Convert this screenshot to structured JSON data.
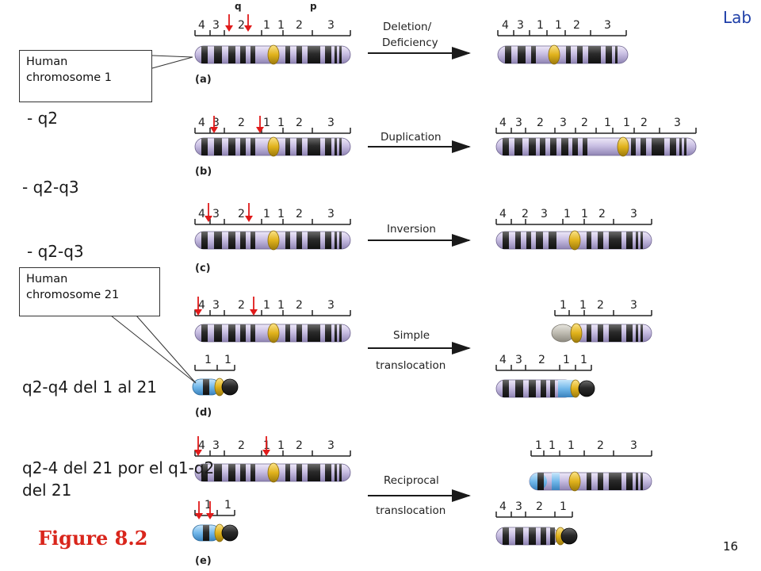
{
  "slide": {
    "corner_label": "Lab",
    "page_number": "16",
    "figure_label": "Figure 8.2",
    "notes": [
      "- q2",
      "- q2-q3",
      "- q2-q3",
      "q2-q4 del 1 al 21",
      "q2-4 del 21 por el q1-q2",
      "del 21"
    ]
  },
  "callouts": [
    {
      "line1": "Human",
      "line2": "chromosome 1"
    },
    {
      "line1": "Human",
      "line2": "chromosome 21"
    }
  ],
  "arm_labels": {
    "q": "q",
    "p": "p"
  },
  "panels": [
    {
      "id": "a",
      "letter": "(a)",
      "arrow_label": "Deletion/",
      "arrow_label2": "Deficiency",
      "left_ticks": [
        "4",
        "3",
        "2",
        "1",
        "1",
        "2",
        "3"
      ],
      "right_ticks": [
        "4",
        "3",
        "1",
        "1",
        "2",
        "3"
      ]
    },
    {
      "id": "b",
      "letter": "(b)",
      "arrow_label": "Duplication",
      "arrow_label2": "",
      "left_ticks": [
        "4",
        "3",
        "2",
        "1",
        "1",
        "2",
        "3"
      ],
      "right_ticks": [
        "4",
        "3",
        "2",
        "3",
        "2",
        "1",
        "1",
        "2",
        "3"
      ]
    },
    {
      "id": "c",
      "letter": "(c)",
      "arrow_label": "Inversion",
      "arrow_label2": "",
      "left_ticks": [
        "4",
        "3",
        "2",
        "1",
        "1",
        "2",
        "3"
      ],
      "right_ticks": [
        "4",
        "2",
        "3",
        "1",
        "1",
        "2",
        "3"
      ]
    },
    {
      "id": "d",
      "letter": "(d)",
      "arrow_label": "Simple",
      "arrow_label2": "translocation",
      "left_ticks": [
        "4",
        "3",
        "2",
        "1",
        "1",
        "2",
        "3"
      ],
      "left_ticks_small": [
        "1",
        "1"
      ],
      "right_ticks": [
        "1",
        "1",
        "2",
        "3"
      ],
      "right_ticks_b": [
        "4",
        "3",
        "2",
        "1",
        "1"
      ]
    },
    {
      "id": "e",
      "letter": "(e)",
      "arrow_label": "Reciprocal",
      "arrow_label2": "translocation",
      "left_ticks": [
        "4",
        "3",
        "2",
        "1",
        "1",
        "2",
        "3"
      ],
      "left_ticks_small": [
        "1",
        "1"
      ],
      "right_ticks": [
        "1",
        "1",
        "1",
        "2",
        "3"
      ],
      "right_ticks_b": [
        "4",
        "3",
        "2",
        "1"
      ]
    }
  ],
  "colors": {
    "chromosome": "#c9bfe3",
    "band_dark": "#2a2a2a",
    "centromere": "#e0b21c",
    "chr21": "#72b8ea",
    "marker_arrow": "#e01a1a",
    "figure_label": "#d9261c",
    "corner_label": "#1f3fa8"
  }
}
